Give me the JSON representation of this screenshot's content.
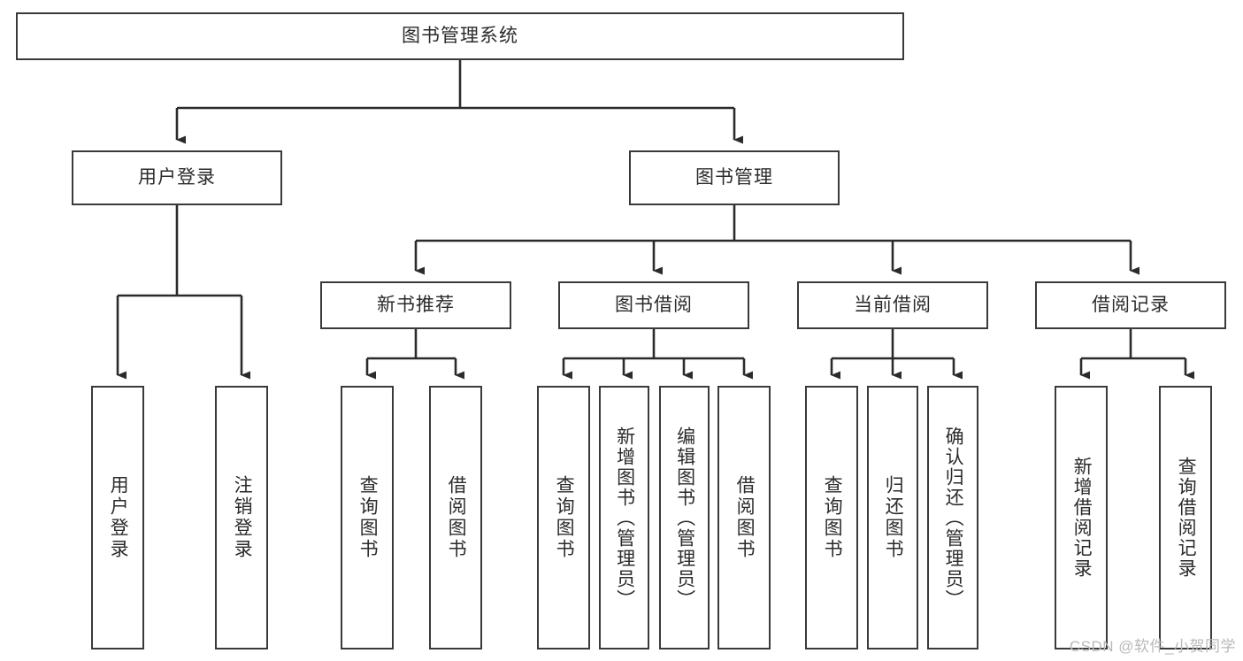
{
  "diagram": {
    "type": "tree",
    "title": "图书管理系统",
    "watermark": "CSDN @软件_小贺同学",
    "colors": {
      "box_border": "#3a3a3a",
      "box_fill": "#ffffff",
      "edge": "#2b2b2b",
      "text": "#2b2b2b",
      "watermark": "#b9b9b9"
    },
    "nodes": {
      "root": {
        "label": "图书管理系统",
        "level": 1,
        "orientation": "horizontal"
      },
      "n_user_login": {
        "label": "用户登录",
        "level": 2,
        "orientation": "horizontal"
      },
      "n_book_mgmt": {
        "label": "图书管理",
        "level": 2,
        "orientation": "horizontal"
      },
      "n_new_book_rec": {
        "label": "新书推荐",
        "level": 3,
        "orientation": "horizontal"
      },
      "n_book_borrow": {
        "label": "图书借阅",
        "level": 3,
        "orientation": "horizontal"
      },
      "n_current_borrow": {
        "label": "当前借阅",
        "level": 3,
        "orientation": "horizontal"
      },
      "n_borrow_record": {
        "label": "借阅记录",
        "level": 3,
        "orientation": "horizontal"
      },
      "l_user_login": {
        "label": "用户登录",
        "level": 4,
        "orientation": "vertical"
      },
      "l_logout": {
        "label": "注销登录",
        "level": 4,
        "orientation": "vertical"
      },
      "l_query_book_1": {
        "label": "查询图书",
        "level": 4,
        "orientation": "vertical"
      },
      "l_borrow_book_1": {
        "label": "借阅图书",
        "level": 4,
        "orientation": "vertical"
      },
      "l_query_book_2": {
        "label": "查询图书",
        "level": 4,
        "orientation": "vertical"
      },
      "l_add_book": {
        "label": "新增图书（管理员）",
        "level": 4,
        "orientation": "vertical"
      },
      "l_edit_book": {
        "label": "编辑图书（管理员）",
        "level": 4,
        "orientation": "vertical"
      },
      "l_borrow_book_2": {
        "label": "借阅图书",
        "level": 4,
        "orientation": "vertical"
      },
      "l_query_book_3": {
        "label": "查询图书",
        "level": 4,
        "orientation": "vertical"
      },
      "l_return_book": {
        "label": "归还图书",
        "level": 4,
        "orientation": "vertical"
      },
      "l_confirm_return": {
        "label": "确认归还（管理员）",
        "level": 4,
        "orientation": "vertical"
      },
      "l_add_record": {
        "label": "新增借阅记录",
        "level": 4,
        "orientation": "vertical"
      },
      "l_query_record": {
        "label": "查询借阅记录",
        "level": 4,
        "orientation": "vertical"
      }
    },
    "hierarchy": [
      {
        "parent": "图书管理系统",
        "children": [
          "用户登录",
          "图书管理"
        ]
      },
      {
        "parent": "用户登录",
        "children": [
          "用户登录",
          "注销登录"
        ]
      },
      {
        "parent": "图书管理",
        "children": [
          "新书推荐",
          "图书借阅",
          "当前借阅",
          "借阅记录"
        ]
      },
      {
        "parent": "新书推荐",
        "children": [
          "查询图书",
          "借阅图书"
        ]
      },
      {
        "parent": "图书借阅",
        "children": [
          "查询图书",
          "新增图书（管理员）",
          "编辑图书（管理员）",
          "借阅图书"
        ]
      },
      {
        "parent": "当前借阅",
        "children": [
          "查询图书",
          "归还图书",
          "确认归还（管理员）"
        ]
      },
      {
        "parent": "借阅记录",
        "children": [
          "新增借阅记录",
          "查询借阅记录"
        ]
      }
    ]
  }
}
